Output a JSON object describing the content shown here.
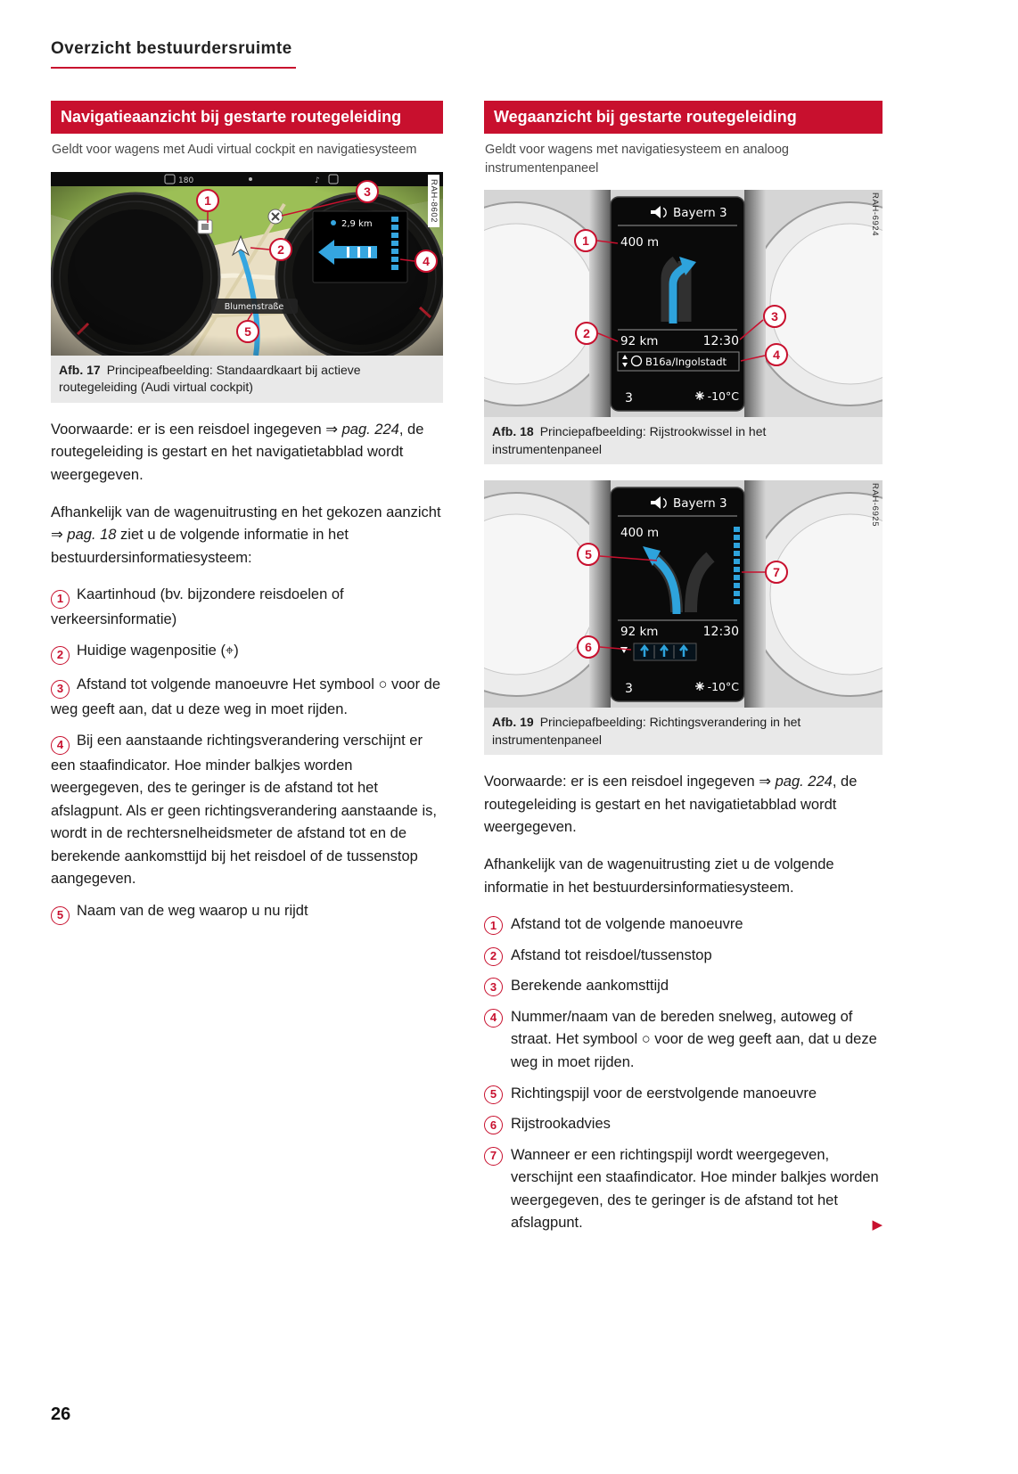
{
  "page": {
    "running_head": "Overzicht bestuurdersruimte",
    "page_number": "26",
    "continuation_marker": "▶"
  },
  "icons": {
    "music_note": "♪"
  },
  "left": {
    "section_title": "Navigatieaanzicht bij gestarte routegeleiding",
    "section_subtitle": "Geldt voor wagens met Audi virtual cockpit en navigatiesysteem",
    "figure": {
      "ref_code": "RAH-8602",
      "hud_speed": "180",
      "distance": "2,9 km",
      "street": "Blumenstraße",
      "callouts": [
        "1",
        "2",
        "3",
        "4",
        "5"
      ],
      "caption_label": "Afb. 17",
      "caption_text": "Principeafbeelding: Standaardkaart bij actieve routegeleiding (Audi virtual cockpit)"
    },
    "para1": {
      "t1": "Voorwaarde: er is een reisdoel ingegeven ",
      "ref": "⇒ pag. 224",
      "t2": ", de routegeleiding is gestart en het navigatietabblad wordt weergegeven."
    },
    "para2": {
      "t1": "Afhankelijk van de wagenuitrusting en het gekozen aanzicht ",
      "ref": "⇒ pag. 18",
      "t2": " ziet u de volgende informatie in het bestuurdersinformatiesysteem:"
    },
    "items": [
      {
        "num": "1",
        "text": "Kaartinhoud (bv. bijzondere reisdoelen of verkeersinformatie)"
      },
      {
        "num": "2",
        "text": "Huidige wagenpositie (⌖)"
      },
      {
        "num": "3",
        "text": "Afstand tot volgende manoeuvre Het symbool ○ voor de weg geeft aan, dat u deze weg in moet rijden."
      },
      {
        "num": "4",
        "text": "Bij een aanstaande richtingsverandering verschijnt er een staafindicator. Hoe minder balkjes worden weergegeven, des te geringer is de afstand tot het afslagpunt. Als er geen richtingsverandering aanstaande is, wordt in de rechtersnelheidsmeter de afstand tot en de berekende aankomsttijd bij het reisdoel of de tussenstop aangegeven."
      },
      {
        "num": "5",
        "text": "Naam van de weg waarop u nu rijdt"
      }
    ]
  },
  "right": {
    "section_title": "Wegaanzicht bij gestarte routegeleiding",
    "section_subtitle": "Geldt voor wagens met navigatiesysteem en analoog instrumentenpaneel",
    "figure18": {
      "ref_code": "RAH-6924",
      "station": "Bayern 3",
      "distance_next": "400 m",
      "distance_total": "92 km",
      "arrival_time": "12:30",
      "road_name": "B16a/Ingolstadt",
      "gear": "3",
      "temperature": "-10°C",
      "callouts": [
        "1",
        "2",
        "3",
        "4"
      ],
      "caption_label": "Afb. 18",
      "caption_text": "Princiepafbeelding: Rijstrookwissel in het instrumentenpaneel"
    },
    "figure19": {
      "ref_code": "RAH-6925",
      "station": "Bayern 3",
      "distance_next": "400 m",
      "distance_total": "92 km",
      "arrival_time": "12:30",
      "gear": "3",
      "temperature": "-10°C",
      "callouts": [
        "5",
        "6",
        "7"
      ],
      "caption_label": "Afb. 19",
      "caption_text": "Princiepafbeelding: Richtingsverandering in het instrumentenpaneel"
    },
    "para1": {
      "t1": "Voorwaarde: er is een reisdoel ingegeven ",
      "ref": "⇒ pag. 224",
      "t2": ", de routegeleiding is gestart en het navigatietabblad wordt weergegeven."
    },
    "para2": "Afhankelijk van de wagenuitrusting ziet u de volgende informatie in het bestuurdersinformatiesysteem.",
    "items": [
      {
        "num": "1",
        "text": "Afstand tot de volgende manoeuvre"
      },
      {
        "num": "2",
        "text": "Afstand tot reisdoel/tussenstop"
      },
      {
        "num": "3",
        "text": "Berekende aankomsttijd"
      },
      {
        "num": "4",
        "text": "Nummer/naam van de bereden snelweg, autoweg of straat. Het symbool ○ voor de weg geeft aan, dat u deze weg in moet rijden."
      },
      {
        "num": "5",
        "text": "Richtingspijl voor de eerstvolgende manoeuvre"
      },
      {
        "num": "6",
        "text": "Rijstrookadvies"
      },
      {
        "num": "7",
        "text": "Wanneer er een richtingspijl wordt weergegeven, verschijnt een staafindicator. Hoe minder balkjes worden weergegeven, des te geringer is de afstand tot het afslagpunt."
      }
    ]
  }
}
